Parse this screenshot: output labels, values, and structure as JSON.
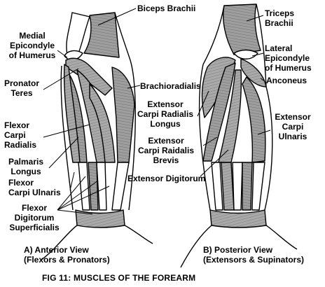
{
  "figure": {
    "caption": "FIG 11:  MUSCLES OF THE FOREARM",
    "colors": {
      "muscle": "#a9a9a9",
      "skin": "#ffffff",
      "ink": "#000000"
    }
  },
  "anterior": {
    "view_title": "A) Anterior View",
    "view_subtitle": "(Flexors & Pronators)",
    "labels": {
      "biceps_brachii": "Biceps Brachii",
      "medial_epicondyle": [
        "Medial",
        "Epicondyle",
        "of Humerus"
      ],
      "pronator_teres": [
        "Pronator",
        "Teres"
      ],
      "brachioradialis": "Brachioradialis",
      "flexor_carpi_radialis": [
        "Flexor",
        "Carpi",
        "Radialis"
      ],
      "palmaris_longus": [
        "Palmaris",
        "Longus"
      ],
      "flexor_carpi_ulnaris": [
        "Flexor",
        "Carpi Ulnaris"
      ],
      "flexor_digitorum_superficialis": [
        "Flexor",
        "Digitorum",
        "Superficialis"
      ]
    }
  },
  "posterior": {
    "view_title": "B) Posterior View",
    "view_subtitle": "(Extensors & Supinators)",
    "labels": {
      "triceps_brachii": [
        "Triceps",
        "Brachii"
      ],
      "lateral_epicondyle": [
        "Lateral",
        "Epicondyle",
        "of Humerus"
      ],
      "anconeus": "Anconeus",
      "extensor_carpi_radialis_longus": [
        "Extensor",
        "Carpi Radialis",
        "Longus"
      ],
      "extensor_carpi_radialis_brevis": [
        "Extensor",
        "Carpi Raidalis",
        "Brevis"
      ],
      "extensor_carpi_ulnaris": [
        "Extensor",
        "Carpi",
        "Ulnaris"
      ],
      "extensor_digitorum": "Extensor Digitorum"
    }
  }
}
